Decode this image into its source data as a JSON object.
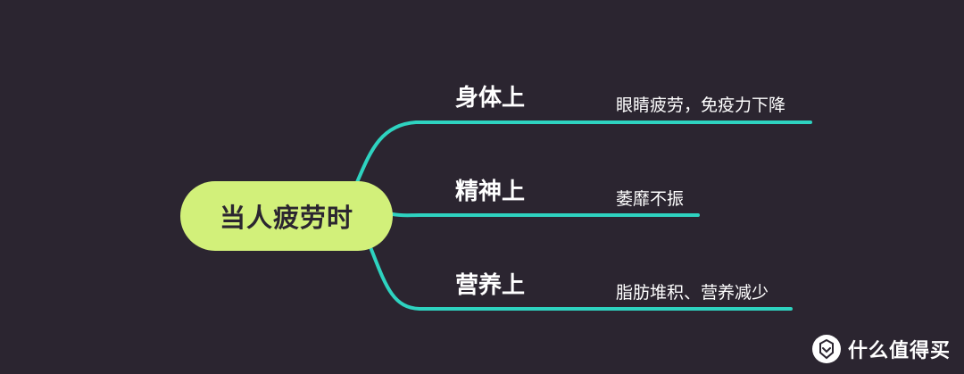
{
  "colors": {
    "background": "#2b2530",
    "root_fill": "#d2f07a",
    "branch_line": "#2ed3c0",
    "text": "#ffffff"
  },
  "root": {
    "label": "当人疲劳时"
  },
  "branches": [
    {
      "label": "身体上",
      "leaf": "眼睛疲劳，免疫力下降"
    },
    {
      "label": "精神上",
      "leaf": "萎靡不振"
    },
    {
      "label": "营养上",
      "leaf": "脂肪堆积、营养减少"
    }
  ],
  "watermark": {
    "text": "什么值得买",
    "icon": "smzdm-logo-icon"
  }
}
